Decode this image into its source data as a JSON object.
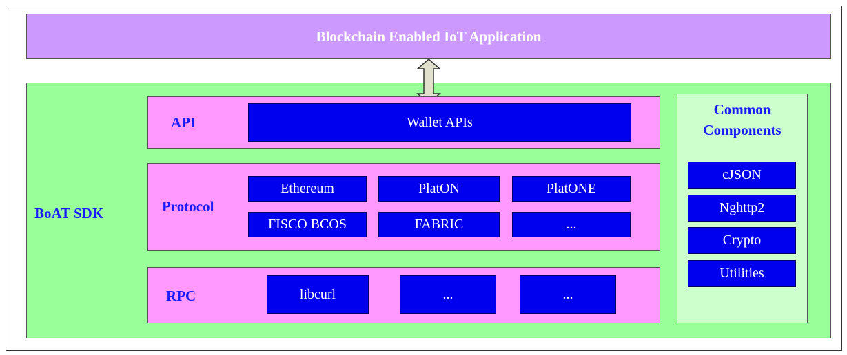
{
  "app": {
    "label": "Blockchain Enabled IoT Application"
  },
  "sdk": {
    "label": "BoAT SDK"
  },
  "layers": {
    "api": {
      "label": "API",
      "blocks": [
        "Wallet APIs"
      ]
    },
    "protocol": {
      "label": "Protocol",
      "blocks": [
        "Ethereum",
        "PlatON",
        "PlatONE",
        "FISCO BCOS",
        "FABRIC",
        "..."
      ]
    },
    "rpc": {
      "label": "RPC",
      "blocks": [
        "libcurl",
        "...",
        "..."
      ]
    }
  },
  "common": {
    "title_line1": "Common",
    "title_line2": "Components",
    "items": [
      "cJSON",
      "Nghttp2",
      "Crypto",
      "Utilities"
    ]
  },
  "colors": {
    "app": "#cc99ff",
    "sdk": "#99ff99",
    "layer": "#ff99ff",
    "block": "#0000ee",
    "common": "#ccffcc",
    "label_text": "#1a1aff"
  }
}
